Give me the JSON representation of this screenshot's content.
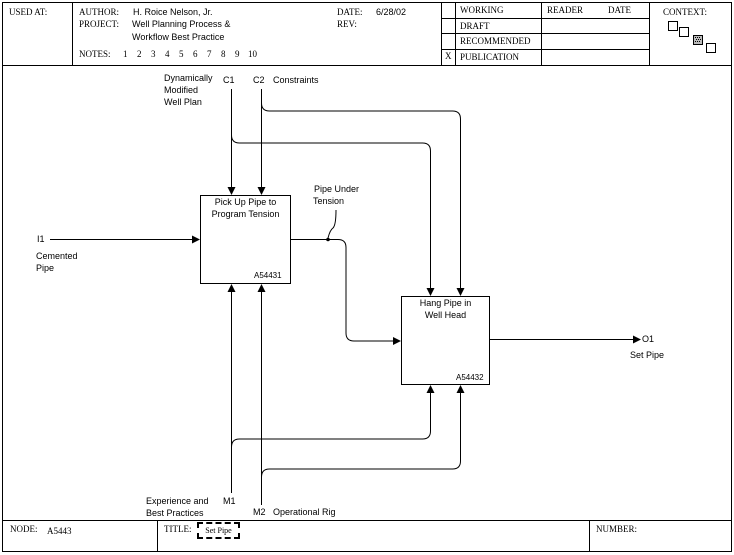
{
  "header": {
    "used_at_label": "USED AT:",
    "author_label": "AUTHOR:",
    "author_value": "H. Roice Nelson, Jr.",
    "project_label": "PROJECT:",
    "project_value_line1": "Well Planning Process &",
    "project_value_line2": "Workflow Best Practice",
    "notes_label": "NOTES:",
    "notes_numbers": [
      "1",
      "2",
      "3",
      "4",
      "5",
      "6",
      "7",
      "8",
      "9",
      "10"
    ],
    "date_label": "DATE:",
    "date_value": "6/28/02",
    "rev_label": "REV:",
    "status": [
      {
        "label": "WORKING",
        "checked": ""
      },
      {
        "label": "DRAFT",
        "checked": ""
      },
      {
        "label": "RECOMMENDED",
        "checked": ""
      },
      {
        "label": "PUBLICATION",
        "checked": "X"
      }
    ],
    "reader_label": "READER",
    "reader_date_label": "DATE",
    "context_label": "CONTEXT:"
  },
  "diagram": {
    "activities": [
      {
        "line1": "Pick Up Pipe to",
        "line2": "Program Tension",
        "node": "A54431"
      },
      {
        "line1": "Hang Pipe in",
        "line2": "Well Head",
        "node": "A54432"
      }
    ],
    "inputs": [
      {
        "code": "I1",
        "line1": "Cemented",
        "line2": "Pipe"
      }
    ],
    "controls": [
      {
        "code": "C1",
        "line1": "Dynamically",
        "line2": "Modified",
        "line3": "Well Plan"
      },
      {
        "code": "C2",
        "line1": "Constraints"
      }
    ],
    "mechanisms": [
      {
        "code": "M1",
        "line1": "Experience and",
        "line2": "Best Practices"
      },
      {
        "code": "M2",
        "line1": "Operational Rig"
      }
    ],
    "outputs": [
      {
        "code": "O1",
        "line1": "Set Pipe"
      }
    ],
    "intermediate": {
      "line1": "Pipe Under",
      "line2": "Tension"
    }
  },
  "footer": {
    "node_label": "NODE:",
    "node_value": "A5443",
    "title_label": "TITLE:",
    "title_value": "Set Pipe",
    "number_label": "NUMBER:"
  }
}
